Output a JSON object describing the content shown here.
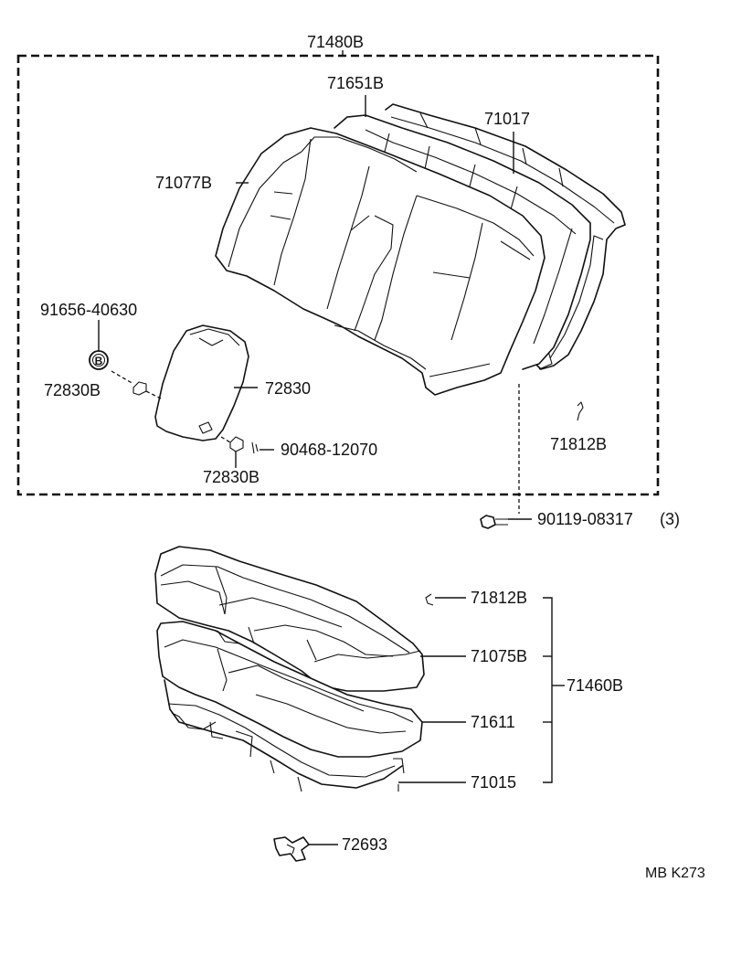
{
  "diagram": {
    "labels": {
      "assy_back": "71480B",
      "back_cover": "71651B",
      "back_frame": "71017",
      "back_pad": "71077B",
      "bolt_ref": "91656-40630",
      "circle_b": "B",
      "armrest_hinge_top": "72830B",
      "armrest": "72830",
      "screw": "90468-12070",
      "armrest_hinge_bottom": "72830B",
      "hook_back": "71812B",
      "bolt": "90119-08317",
      "bolt_qty": "(3)",
      "hook_cushion": "71812B",
      "cushion_cover": "71075B",
      "cushion_assy": "71460B",
      "cushion_pad": "71611",
      "cushion_frame": "71015",
      "clip": "72693",
      "ref_code": "MB K273"
    }
  }
}
